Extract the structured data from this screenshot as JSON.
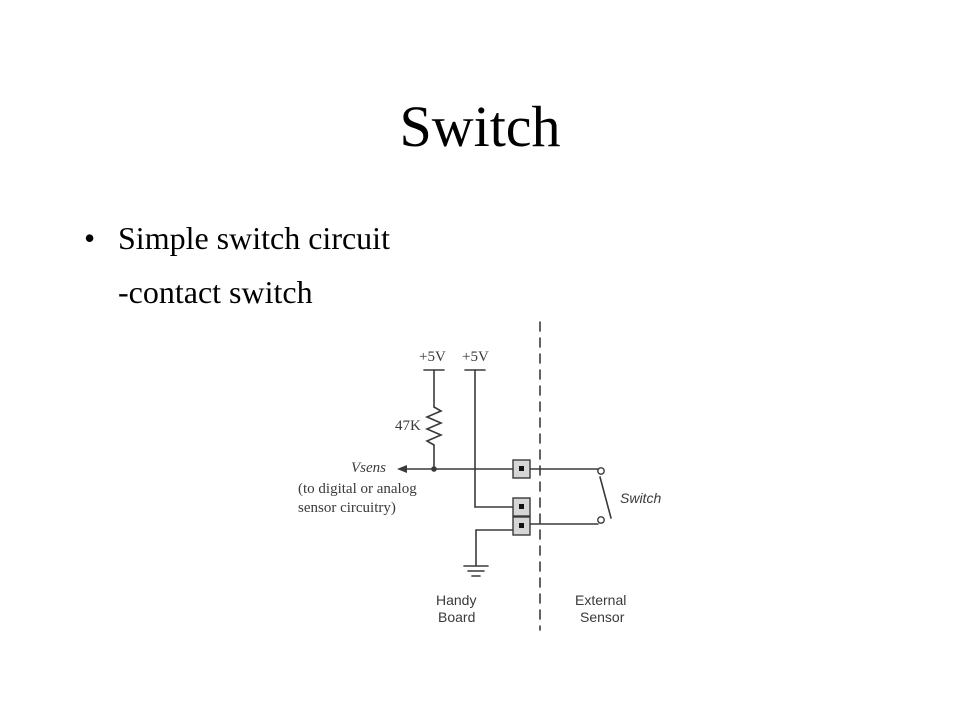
{
  "slide": {
    "title": "Switch",
    "bullet": "Simple switch circuit",
    "sub_bullet": "-contact switch"
  },
  "diagram": {
    "supply_left": "+5V",
    "supply_right": "+5V",
    "resistor": "47K",
    "vsens": "Vsens",
    "vsens_note_1": "(to digital or analog",
    "vsens_note_2": "sensor circuitry)",
    "switch_label": "Switch",
    "handy_board_1": "Handy",
    "handy_board_2": "Board",
    "external_1": "External",
    "external_2": "Sensor"
  },
  "colors": {
    "background": "#ffffff",
    "ink": "#3a3a3a",
    "connector_fill": "#d6d6d6",
    "connector_pin": "#111111"
  }
}
